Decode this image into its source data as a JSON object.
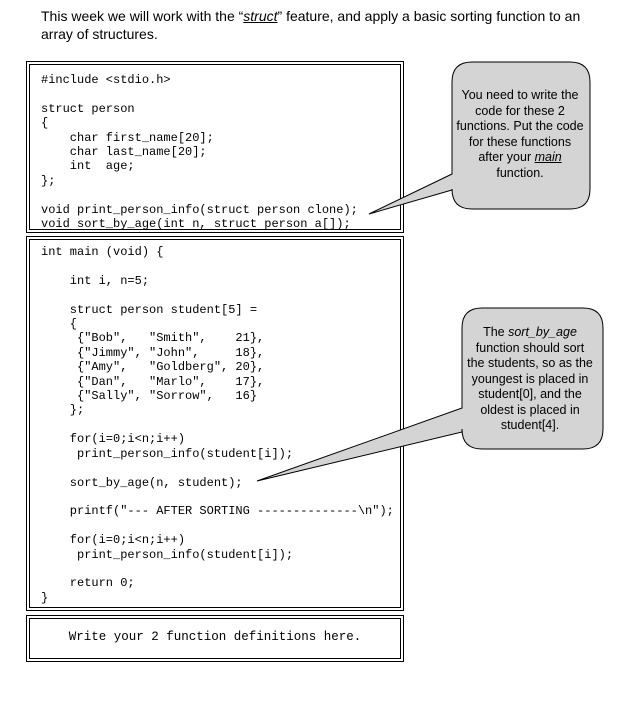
{
  "intro": {
    "before": "This week we will work with the “",
    "keyword": "struct",
    "after": "” feature, and apply a basic sorting function to an array of structures."
  },
  "declarations_code": "#include <stdio.h>\n\nstruct person\n{\n    char first_name[20];\n    char last_name[20];\n    int  age;\n};\n\nvoid print_person_info(struct person clone);\nvoid sort_by_age(int n, struct person a[]);",
  "main_code": "int main (void) {\n\n    int i, n=5;\n\n    struct person student[5] =\n    {\n     {\"Bob\",   \"Smith\",    21},\n     {\"Jimmy\", \"John\",     18},\n     {\"Amy\",   \"Goldberg\", 20},\n     {\"Dan\",   \"Marlo\",    17},\n     {\"Sally\", \"Sorrow\",   16}\n    };\n\n    for(i=0;i<n;i++)\n     print_person_info(student[i]);\n\n    sort_by_age(n, student);\n\n    printf(\"--- AFTER SORTING --------------\\n\");\n\n    for(i=0;i<n;i++)\n     print_person_info(student[i]);\n\n    return 0;\n}",
  "function_box_text": "Write your 2 function definitions here.",
  "callout1": {
    "part1": "You need to write the code for these 2 functions. Put the code for these functions after your ",
    "keyword": "main",
    "part2": " function."
  },
  "callout2": {
    "part1": "The ",
    "keyword": "sort_by_age",
    "part2": " function should sort the students, so as the youngest is placed in student[0], and the oldest is placed in student[4]."
  },
  "colors": {
    "callout_fill": "#d4d4d4",
    "border": "#000000"
  }
}
